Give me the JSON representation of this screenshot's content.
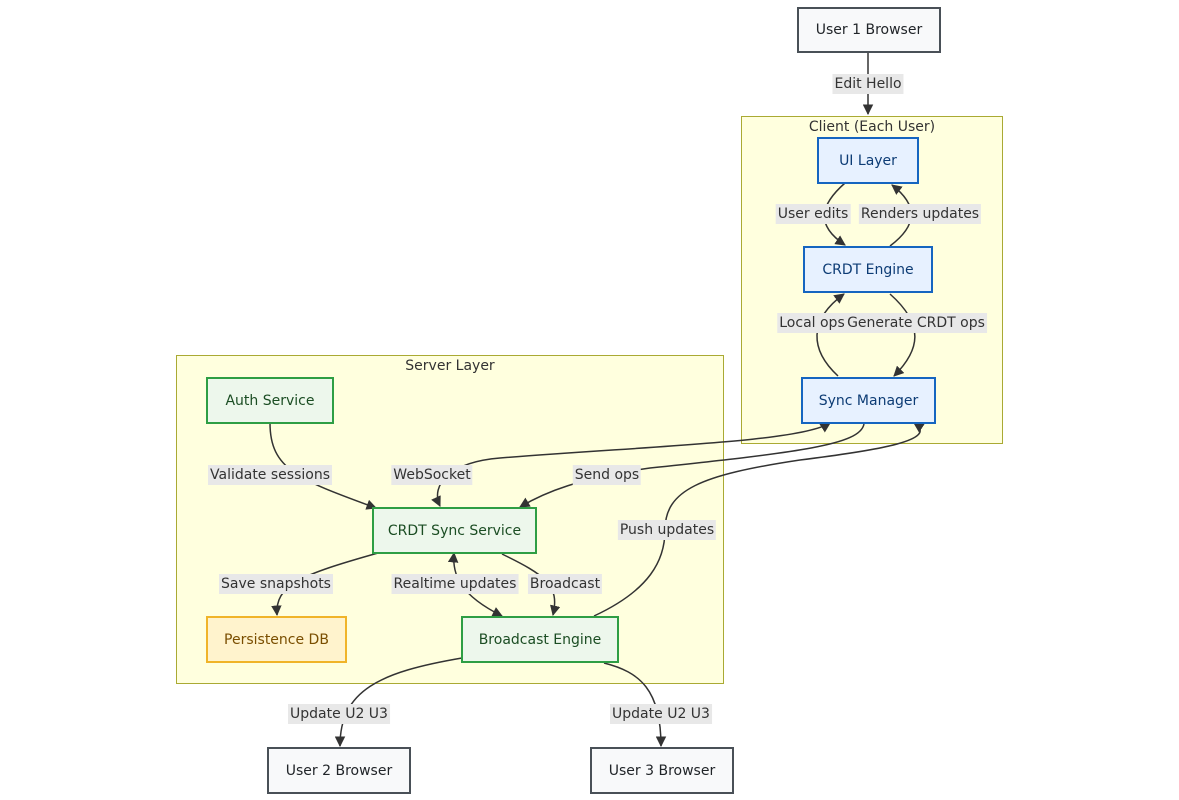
{
  "clusters": {
    "client": "Client (Each User)",
    "server": "Server Layer"
  },
  "nodes": {
    "user1": "User 1 Browser",
    "ui_layer": "UI Layer",
    "crdt_engine": "CRDT Engine",
    "sync_manager": "Sync Manager",
    "auth_service": "Auth Service",
    "crdt_sync_service": "CRDT Sync Service",
    "persistence_db": "Persistence DB",
    "broadcast_engine": "Broadcast Engine",
    "user2": "User 2 Browser",
    "user3": "User 3 Browser"
  },
  "edges": {
    "edit_hello": "Edit Hello",
    "user_edits": "User edits",
    "renders_updates": "Renders updates",
    "local_ops": "Local ops",
    "generate_crdt_ops": "Generate CRDT ops",
    "validate_sessions": "Validate sessions",
    "websocket": "WebSocket",
    "send_ops": "Send ops",
    "push_updates": "Push updates",
    "save_snapshots": "Save snapshots",
    "realtime_updates": "Realtime updates",
    "broadcast": "Broadcast",
    "update_u2": "Update U2 U3",
    "update_u3": "Update U2 U3"
  },
  "colors": {
    "cluster_fill": "#ffffde",
    "cluster_border": "#aaaa33",
    "edge": "#333333",
    "label_bg": "#e8e8e8"
  }
}
